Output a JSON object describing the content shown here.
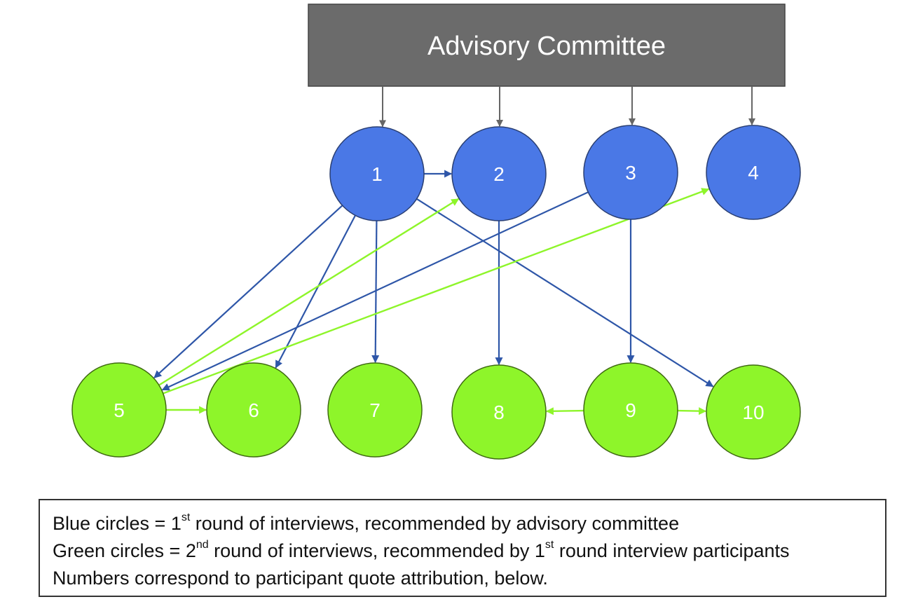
{
  "committee": {
    "label": "Advisory Committee",
    "color": "#6b6b6b"
  },
  "colors": {
    "blue_node": "#4a78e6",
    "blue_stroke": "#2a3f73",
    "green_node": "#8ef52a",
    "green_stroke": "#3f6a12",
    "blue_edge": "#2e56a8",
    "green_edge": "#8ef52a",
    "gray_edge": "#666666"
  },
  "nodes": [
    {
      "id": "1",
      "label": "1",
      "round": "blue"
    },
    {
      "id": "2",
      "label": "2",
      "round": "blue"
    },
    {
      "id": "3",
      "label": "3",
      "round": "blue"
    },
    {
      "id": "4",
      "label": "4",
      "round": "blue"
    },
    {
      "id": "5",
      "label": "5",
      "round": "green"
    },
    {
      "id": "6",
      "label": "6",
      "round": "green"
    },
    {
      "id": "7",
      "label": "7",
      "round": "green"
    },
    {
      "id": "8",
      "label": "8",
      "round": "green"
    },
    {
      "id": "9",
      "label": "9",
      "round": "green"
    },
    {
      "id": "10",
      "label": "10",
      "round": "green"
    }
  ],
  "edges": [
    {
      "from": "committee",
      "to": "1",
      "color": "gray"
    },
    {
      "from": "committee",
      "to": "2",
      "color": "gray"
    },
    {
      "from": "committee",
      "to": "3",
      "color": "gray"
    },
    {
      "from": "committee",
      "to": "4",
      "color": "gray"
    },
    {
      "from": "1",
      "to": "2",
      "color": "blue"
    },
    {
      "from": "1",
      "to": "5",
      "color": "blue"
    },
    {
      "from": "1",
      "to": "6",
      "color": "blue"
    },
    {
      "from": "1",
      "to": "7",
      "color": "blue"
    },
    {
      "from": "1",
      "to": "10",
      "color": "blue"
    },
    {
      "from": "2",
      "to": "8",
      "color": "blue"
    },
    {
      "from": "3",
      "to": "5",
      "color": "blue"
    },
    {
      "from": "3",
      "to": "9",
      "color": "blue"
    },
    {
      "from": "5",
      "to": "2",
      "color": "green"
    },
    {
      "from": "5",
      "to": "4",
      "color": "green"
    },
    {
      "from": "5",
      "to": "6",
      "color": "green"
    },
    {
      "from": "9",
      "to": "8",
      "color": "green"
    },
    {
      "from": "9",
      "to": "10",
      "color": "green"
    }
  ],
  "legend": {
    "line1": {
      "a": "Blue circles = 1",
      "sup": "st",
      "b": " round of interviews, recommended by advisory committee"
    },
    "line2": {
      "a": "Green circles = 2",
      "sup1": "nd",
      "b": " round of interviews, recommended by 1",
      "sup2": "st",
      "c": " round interview participants"
    },
    "line3": "Numbers correspond to participant quote attribution, below."
  }
}
